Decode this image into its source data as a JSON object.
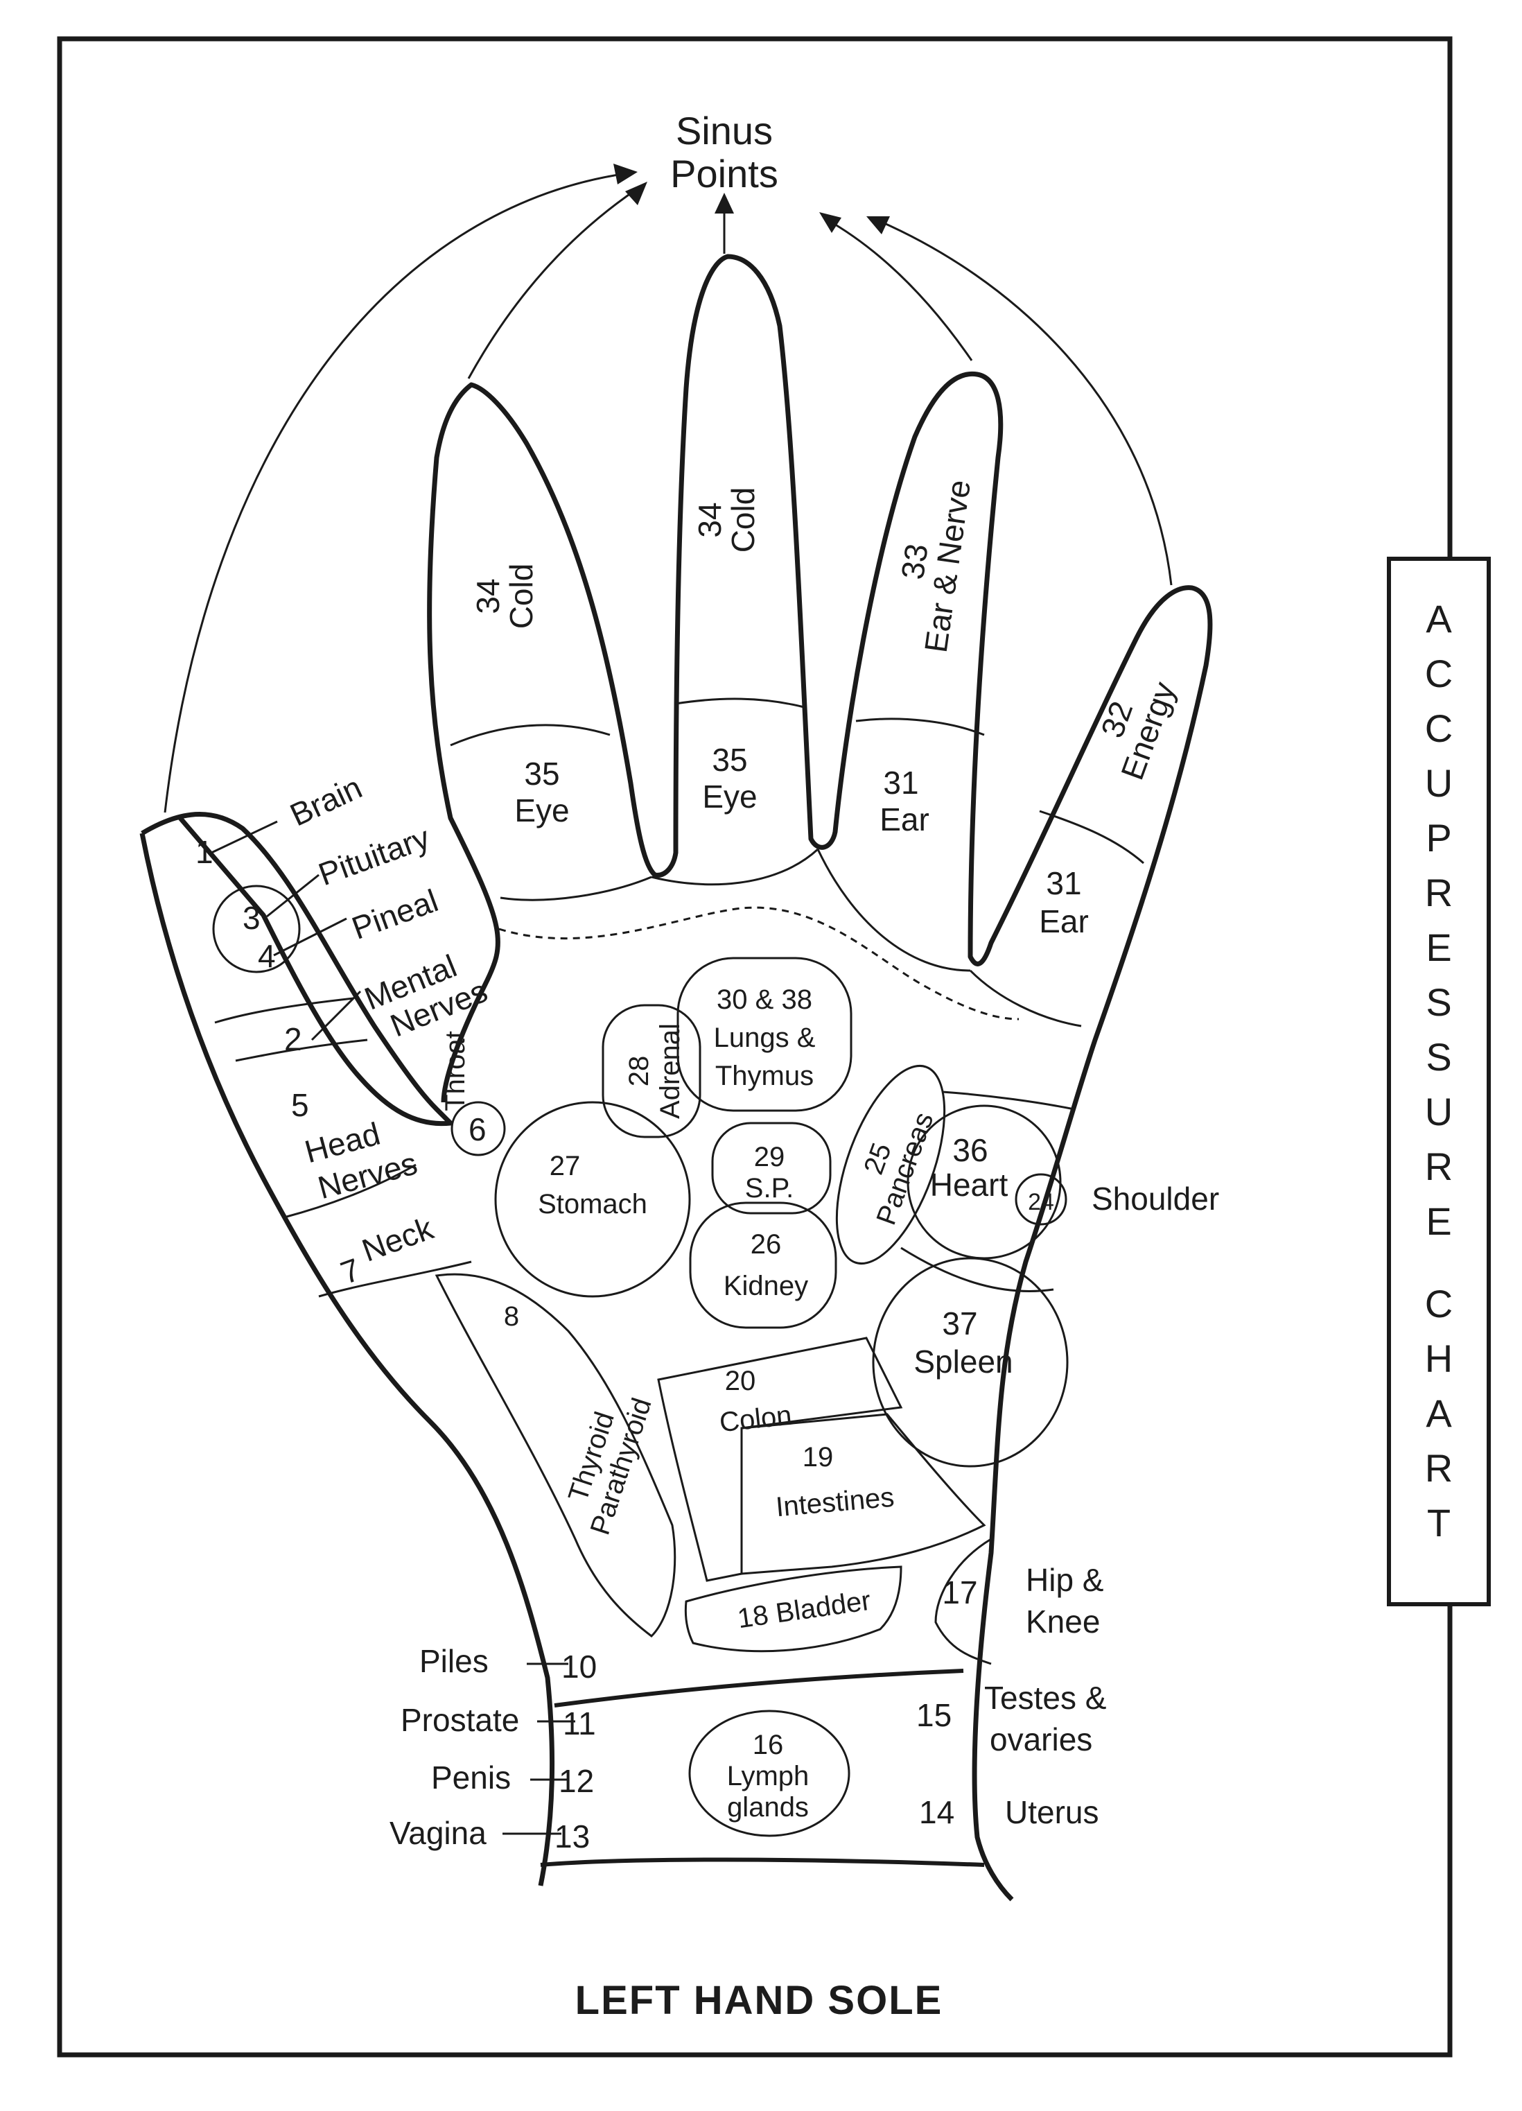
{
  "diagram": {
    "title": "LEFT HAND SOLE",
    "side_title_letters": [
      "A",
      "C",
      "C",
      "U",
      "P",
      "R",
      "E",
      "S",
      "S",
      "U",
      "R",
      "E",
      "",
      "C",
      "H",
      "A",
      "R",
      "T"
    ],
    "top_label": [
      "Sinus",
      "Points"
    ],
    "finger_points": [
      {
        "id": "thumb",
        "number": "1",
        "name": "Brain"
      },
      {
        "id": "index-tip",
        "number": "34",
        "name": "Cold"
      },
      {
        "id": "middle-tip",
        "number": "34",
        "name": "Cold"
      },
      {
        "id": "ring-tip",
        "number": "33",
        "name": "Ear & Nerve"
      },
      {
        "id": "little-tip",
        "number": "32",
        "name": "Energy"
      },
      {
        "id": "index-base",
        "number": "35",
        "name": "Eye"
      },
      {
        "id": "middle-base",
        "number": "35",
        "name": "Eye"
      },
      {
        "id": "ring-base",
        "number": "31",
        "name": "Ear"
      },
      {
        "id": "little-base",
        "number": "31",
        "name": "Ear"
      }
    ],
    "left_labels": {
      "brain": "Brain",
      "pituitary": "Pituitary",
      "pineal": "Pineal",
      "mental": "Mental",
      "nerves": "Nerves",
      "head": "Head",
      "head_nerves": "Nerves",
      "neck": "Neck",
      "throat": "Throat"
    },
    "numbers": {
      "n1": "1",
      "n2": "2",
      "n3": "3",
      "n4": "4",
      "n5": "5",
      "n6": "6",
      "n7": "7",
      "n8": "8",
      "n10": "10",
      "n11": "11",
      "n12": "12",
      "n13": "13",
      "n14": "14",
      "n15": "15",
      "n16": "16",
      "n17": "17",
      "n19": "19",
      "n20": "20",
      "n24": "24",
      "n25": "25",
      "n26": "26",
      "n27": "27",
      "n28": "28",
      "n29": "29",
      "n36": "36",
      "n37": "37",
      "n3038": "30 & 38"
    },
    "palm_labels": {
      "lungs": "Lungs &",
      "thymus": "Thymus",
      "adrenal": "Adrenal",
      "stomach": "Stomach",
      "sp": "S.P.",
      "pancreas": "Pancreas",
      "heart": "Heart",
      "kidney": "Kidney",
      "spleen": "Spleen",
      "colon": "Colon",
      "intestines": "Intestines",
      "thyroid": "Thyroid",
      "parathyroid": "Parathyroid",
      "bladder": "18 Bladder",
      "lymph": "Lymph",
      "glands": "glands"
    },
    "outer_labels": {
      "shoulder": "Shoulder",
      "hip": "Hip  &",
      "knee": "Knee",
      "testes": "Testes &",
      "ovaries": "ovaries",
      "uterus": "Uterus",
      "piles": "Piles",
      "prostate": "Prostate",
      "penis": "Penis",
      "vagina": "Vagina"
    }
  }
}
